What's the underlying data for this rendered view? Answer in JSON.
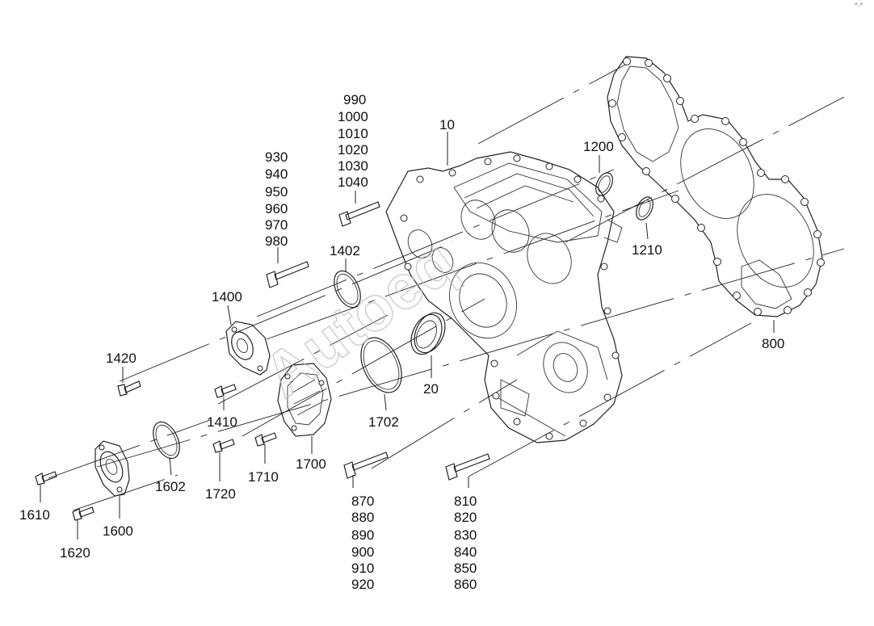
{
  "watermark": "Autoeq",
  "corner_mark": "°·°",
  "labels": {
    "p10": "10",
    "p20": "20",
    "p800": "800",
    "p1200": "1200",
    "p1210": "1210",
    "p1400": "1400",
    "p1402": "1402",
    "p1410": "1410",
    "p1420": "1420",
    "p1600": "1600",
    "p1602": "1602",
    "p1610": "1610",
    "p1620": "1620",
    "p1700": "1700",
    "p1702": "1702",
    "p1710": "1710",
    "p1720": "1720",
    "group_990": [
      "990",
      "1000",
      "1010",
      "1020",
      "1030",
      "1040"
    ],
    "group_930": [
      "930",
      "940",
      "950",
      "960",
      "970",
      "980"
    ],
    "group_870": [
      "870",
      "880",
      "890",
      "900",
      "910",
      "920"
    ],
    "group_810": [
      "810",
      "820",
      "830",
      "840",
      "850",
      "860"
    ]
  }
}
